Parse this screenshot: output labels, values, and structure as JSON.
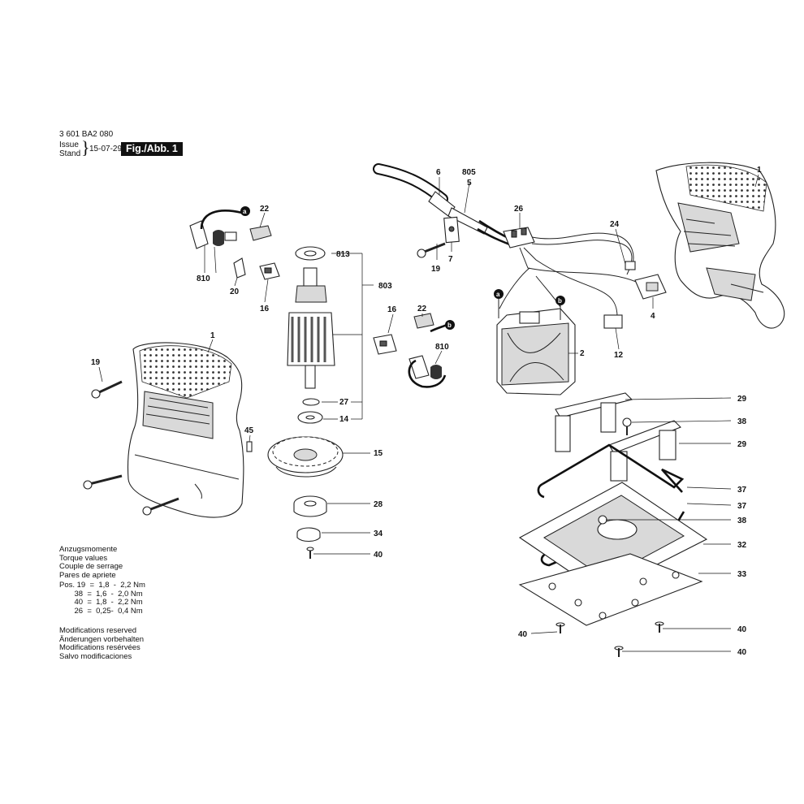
{
  "header": {
    "part_number": "3 601 BA2 080",
    "issue_label": "Issue",
    "stand_label": "Stand",
    "date": "15-07-29",
    "figure_label": "Fig./Abb. 1"
  },
  "torque": {
    "headings": [
      "Anzugsmomente",
      "Torque values",
      "Couple de serrage",
      "Pares de apriete"
    ],
    "rows": [
      "Pos. 19  =  1,8  -  2,2 Nm",
      "       38  =  1,6  -  2,0 Nm",
      "       40  =  1,8  -  2,2 Nm",
      "       26  =  0,25-  0,4 Nm"
    ]
  },
  "modifications": [
    "Modifications reserved",
    "Änderungen vorbehalten",
    "Modifications resérvées",
    "Salvo modificaciones"
  ],
  "callouts": {
    "c1_right": "1",
    "c6": "6",
    "c805": "805",
    "c5": "5",
    "c26": "26",
    "c24": "24",
    "c7": "7",
    "c19_top": "19",
    "c4": "4",
    "c2": "2",
    "c12": "12",
    "ca_top": "a",
    "cb_right": "b",
    "ca_left": "a",
    "c22_top": "22",
    "c810_top": "810",
    "c20": "20",
    "c16_top": "16",
    "c813": "813",
    "c803": "803",
    "c16_mid": "16",
    "c22_mid": "22",
    "cb_mid": "b",
    "c810_mid": "810",
    "c27": "27",
    "c14": "14",
    "c15": "15",
    "c28": "28",
    "c34": "34",
    "c40_mid": "40",
    "c1_left": "1",
    "c19_left": "19",
    "c45": "45",
    "c29_a": "29",
    "c38_a": "38",
    "c29_b": "29",
    "c37_a": "37",
    "c37_b": "37",
    "c38_b": "38",
    "c32": "32",
    "c33": "33",
    "c40_left": "40",
    "c40_r1": "40",
    "c40_r2": "40"
  }
}
